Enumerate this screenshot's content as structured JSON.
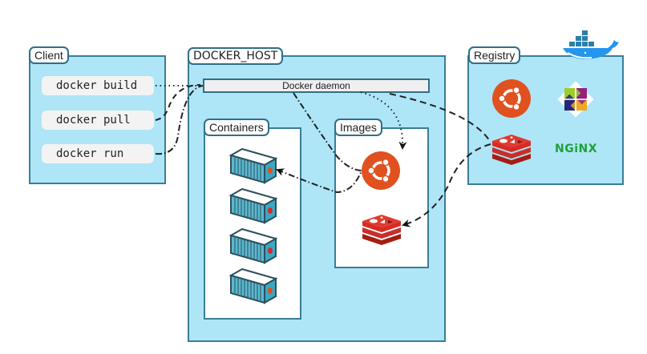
{
  "client": {
    "title": "Client",
    "commands": [
      "docker build",
      "docker pull",
      "docker run"
    ]
  },
  "docker_host": {
    "title": "DOCKER_HOST",
    "daemon_label": "Docker daemon",
    "containers": {
      "title": "Containers",
      "count": 4
    },
    "images": {
      "title": "Images",
      "items": [
        "ubuntu-icon",
        "redis-icon"
      ]
    }
  },
  "registry": {
    "title": "Registry",
    "items": [
      "ubuntu-icon",
      "centos-icon",
      "redis-icon",
      "nginx-logo"
    ],
    "nginx_label": "NGiNX"
  },
  "colors": {
    "panel_fill": "#aee5f7",
    "panel_border": "#3a7d96",
    "ubuntu": "#e0511f",
    "redis": "#d72b24",
    "nginx": "#1ea135",
    "docker_whale": "#2496ed"
  },
  "connections": [
    {
      "from": "docker build",
      "to": "Docker daemon",
      "style": "dotted"
    },
    {
      "from": "docker pull",
      "to": "Docker daemon",
      "style": "dashed"
    },
    {
      "from": "docker run",
      "to": "Docker daemon",
      "style": "dash-dot"
    },
    {
      "from": "Docker daemon",
      "to": "Images ubuntu",
      "style": "dotted"
    },
    {
      "from": "Docker daemon",
      "to": "Registry redis",
      "style": "dashed"
    },
    {
      "from": "Registry redis",
      "to": "Images redis",
      "style": "dashed"
    },
    {
      "from": "Docker daemon",
      "to": "Container 1",
      "style": "dash-dot"
    }
  ]
}
